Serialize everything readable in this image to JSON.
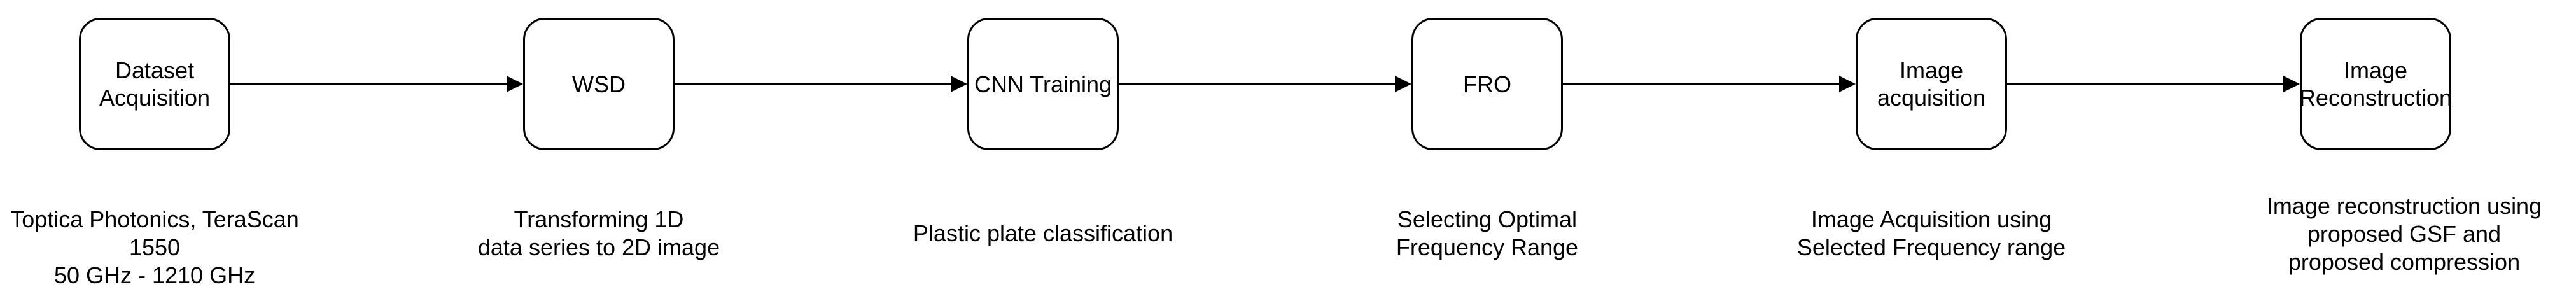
{
  "steps": [
    {
      "label": "Dataset Acquisition",
      "caption": "Toptica Photonics, TeraScan 1550\n50 GHz - 1210 GHz"
    },
    {
      "label": "WSD",
      "caption": "Transforming 1D\ndata series to 2D image"
    },
    {
      "label": "CNN Training",
      "caption": "Plastic plate classification"
    },
    {
      "label": "FRO",
      "caption": "Selecting Optimal\nFrequency Range"
    },
    {
      "label": "Image acquisition",
      "caption": "Image Acquisition using\nSelected Frequency range"
    },
    {
      "label": "Image\nReconstruction",
      "caption": "Image reconstruction using\nproposed GSF and\nproposed compression"
    }
  ],
  "colors": {
    "stroke": "#000000",
    "fill": "#ffffff",
    "text": "#000000"
  }
}
